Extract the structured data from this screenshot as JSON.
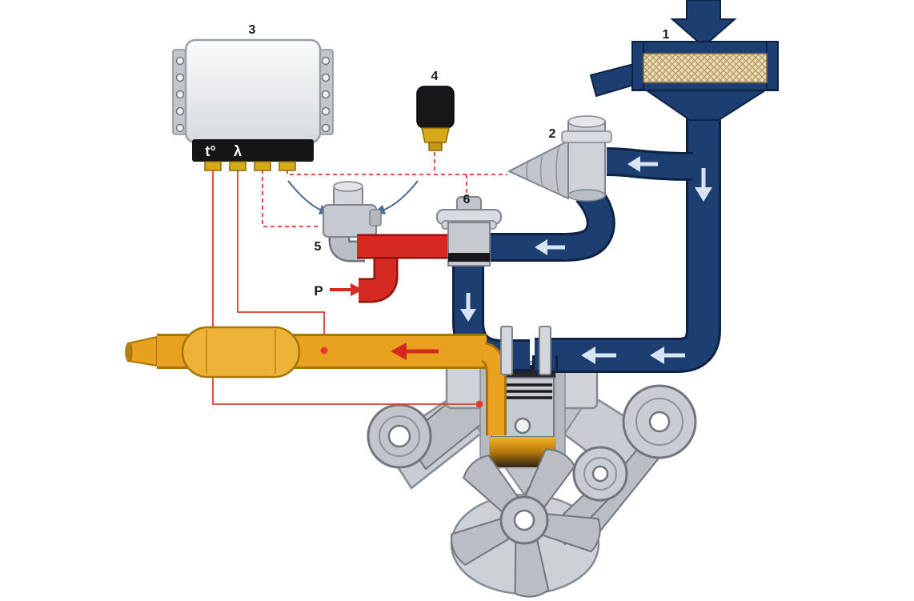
{
  "diagram": {
    "title": "Central single-point fuel injection system schematic",
    "callouts": [
      {
        "num": "1",
        "component": "air-filter"
      },
      {
        "num": "2",
        "component": "air-flow-sensor"
      },
      {
        "num": "3",
        "component": "electronic-control-unit"
      },
      {
        "num": "4",
        "component": "engine-sensor"
      },
      {
        "num": "5",
        "component": "pressure-regulator-valve"
      },
      {
        "num": "6",
        "component": "central-fuel-injector"
      }
    ],
    "ecu": {
      "ports": [
        {
          "label": "t°",
          "meaning": "temperature-signal"
        },
        {
          "label": "λ",
          "meaning": "lambda-signal"
        }
      ]
    },
    "fuel": {
      "pressure_label": "P"
    },
    "colors": {
      "intake_air_pipe": "#1c3e70",
      "pipe_outline": "#0e2344",
      "fuel_pipe": "#d42a22",
      "exhaust_pipe": "#e8a21f",
      "signal_wire": "#e23b30",
      "metal_light": "#cfd3d8",
      "metal_mid": "#c2c6cc",
      "filter_element": "#ead7ac",
      "connector_gold": "#d9a91c",
      "flow_arrow": "#d9e4f2"
    }
  }
}
